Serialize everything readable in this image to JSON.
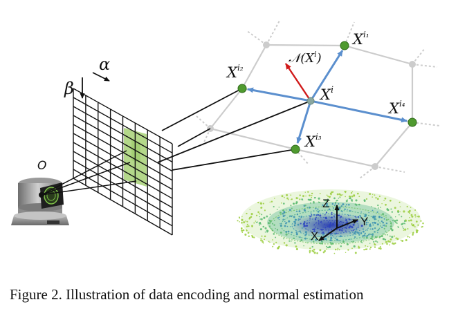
{
  "figure": {
    "labels": {
      "alpha": "α",
      "beta": "β",
      "origin": "O",
      "neighborhood": "𝒩(X",
      "neighborhood_sup": "i",
      "neighborhood_close": ")",
      "center": "X",
      "center_sup": "i",
      "n1": "X",
      "n1_sup": "i₁",
      "n2": "X",
      "n2_sup": "i₂",
      "n3": "X",
      "n3_sup": "i₃",
      "n4": "X",
      "n4_sup": "i₄",
      "axis_x": "X",
      "axis_y": "Y",
      "axis_z": "Z"
    },
    "colors": {
      "neighbor_node": "#4f9a2f",
      "mesh": "#cccccc",
      "arrow_blue": "#5b8fce",
      "arrow_red": "#d11a1a",
      "grid_highlight": "#b4d88a"
    }
  },
  "caption": "Figure 2. Illustration of data encoding and normal estimation"
}
